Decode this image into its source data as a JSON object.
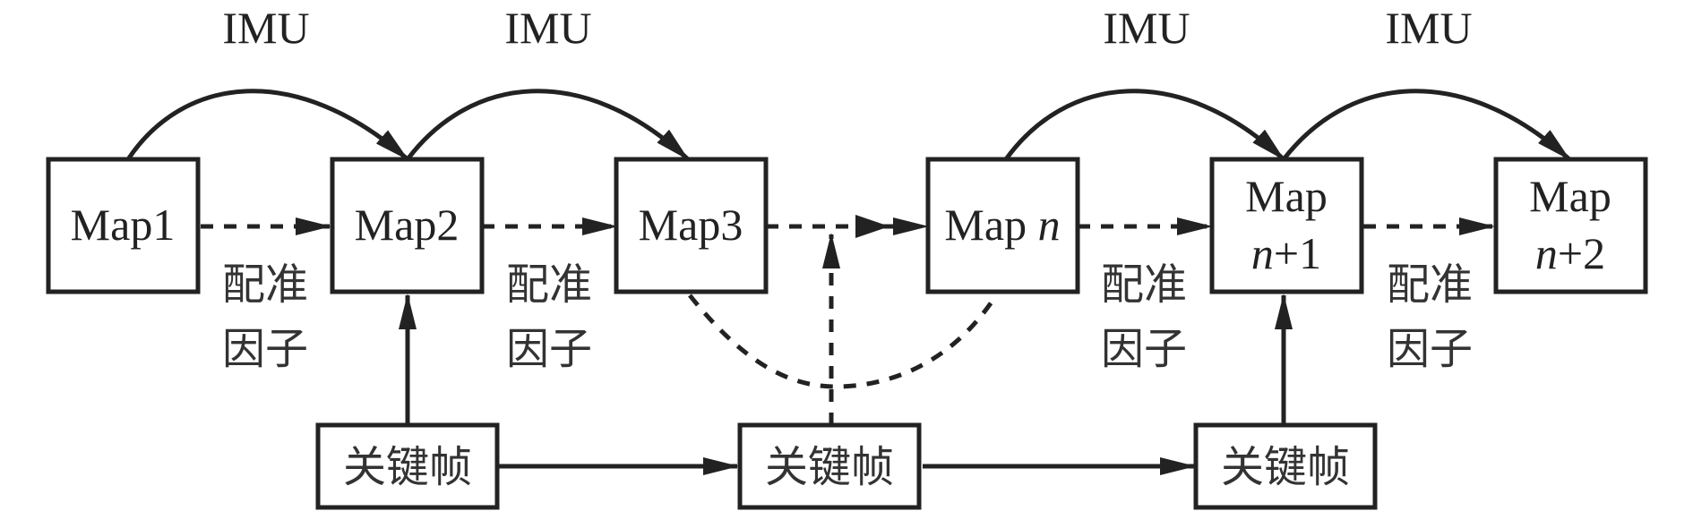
{
  "maps": {
    "map1": "Map1",
    "map2": "Map2",
    "map3": "Map3",
    "map_n": {
      "prefix": "Map ",
      "var": "n"
    },
    "map_n1": {
      "line1": "Map",
      "var": "n",
      "suffix": "+1"
    },
    "map_n2": {
      "line1": "Map",
      "var": "n",
      "suffix": "+2"
    }
  },
  "imu_label": "IMU",
  "registration_factor": {
    "line1": "配准",
    "line2": "因子"
  },
  "keyframe_label": "关键帧"
}
